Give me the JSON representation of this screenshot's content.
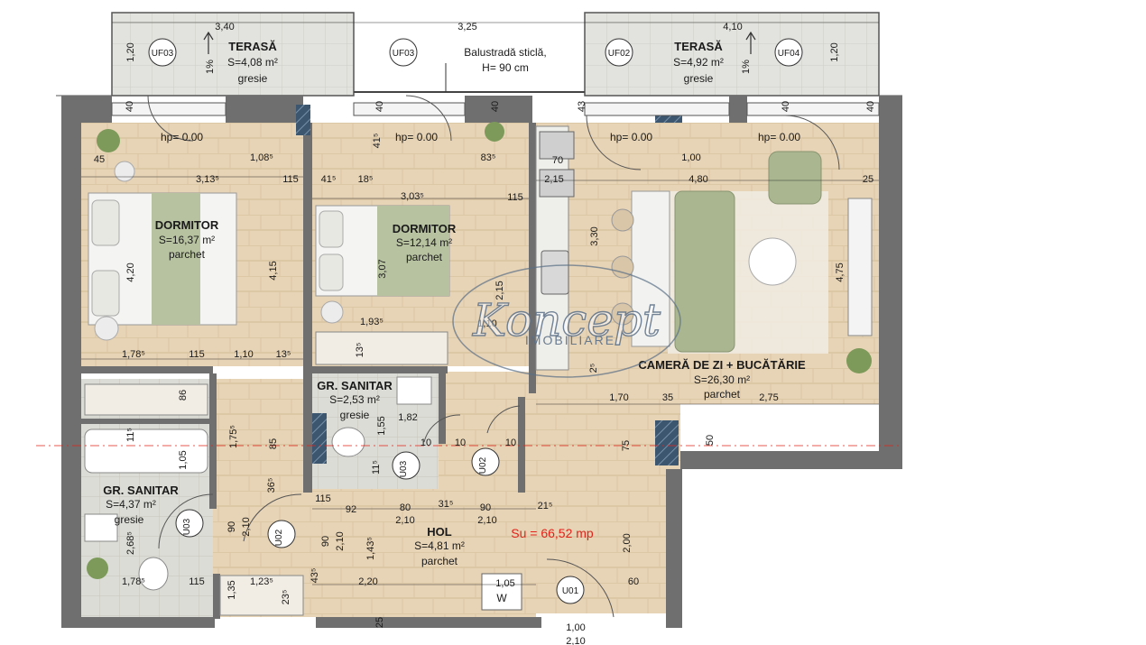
{
  "rooms": {
    "terrace_left": {
      "name": "TERASĂ",
      "area": "S=4,08 m²",
      "floor": "gresie"
    },
    "terrace_right": {
      "name": "TERASĂ",
      "area": "S=4,92 m²",
      "floor": "gresie"
    },
    "bedroom_1": {
      "name": "DORMITOR",
      "area": "S=16,37 m²",
      "floor": "parchet"
    },
    "bedroom_2": {
      "name": "DORMITOR",
      "area": "S=12,14 m²",
      "floor": "parchet"
    },
    "living": {
      "name": "CAMERĂ DE ZI + BUCĂTĂRIE",
      "area": "S=26,30 m²",
      "floor": "parchet"
    },
    "bath_small": {
      "name": "GR. SANITAR",
      "area": "S=2,53 m²",
      "floor": "gresie"
    },
    "bath_large": {
      "name": "GR. SANITAR",
      "area": "S=4,37 m²",
      "floor": "gresie"
    },
    "hall": {
      "name": "HOL",
      "area": "S=4,81 m²",
      "floor": "parchet"
    }
  },
  "annotations": {
    "balustrade_line1": "Balustradă sticlă,",
    "balustrade_line2": "H= 90 cm",
    "total_area": "Su = 66,52 mp",
    "slope": "1%",
    "w": "W"
  },
  "doors": [
    "UF03",
    "UF03",
    "UF02",
    "UF04",
    "U03",
    "U02",
    "U03",
    "U02",
    "U01"
  ],
  "heights": [
    "hp= 0.00",
    "hp= 0.00",
    "hp= 0.00",
    "hp= 0.00"
  ],
  "dimensions": {
    "top": [
      "3,40",
      "3,25",
      "4,10"
    ],
    "terrace": [
      "1,20",
      "1,20",
      "40",
      "40",
      "40",
      "43",
      "40",
      "40"
    ],
    "bedroom1": [
      "45",
      "1,08⁵",
      "3,13⁵",
      "115",
      "4,20",
      "4,15",
      "1,78⁵",
      "115",
      "1,10",
      "13⁵"
    ],
    "bedroom2": [
      "41⁵",
      "41⁵",
      "18⁵",
      "83⁵",
      "3,03⁵",
      "115",
      "3,07",
      "1,93⁵",
      "13⁵",
      "2,15"
    ],
    "kitchen": [
      "70",
      "2,15",
      "3,30",
      "1,10",
      "2⁵"
    ],
    "living": [
      "1,00",
      "4,80",
      "25",
      "4,75",
      "1,70",
      "35",
      "2,75",
      "75",
      "50"
    ],
    "bath_small": [
      "1,82",
      "1,55",
      "85",
      "10",
      "10",
      "10",
      "11⁵"
    ],
    "bath_large": [
      "86",
      "11⁵",
      "1,05",
      "1,75⁵",
      "36⁵",
      "2,68⁵",
      "1,78⁵",
      "115",
      "90",
      "2,10"
    ],
    "hall": [
      "115",
      "92",
      "80",
      "31⁵",
      "90",
      "21⁵",
      "2,10",
      "2,10",
      "90",
      "2,10",
      "1,43⁵",
      "43⁵",
      "2,20",
      "1,05",
      "2,00",
      "60"
    ],
    "closet": [
      "1,23⁵",
      "1,35",
      "23⁵"
    ],
    "bottom": [
      "25",
      "1,00",
      "2,10"
    ]
  },
  "logo": {
    "main": "Koncept",
    "sub": "IMOBILIARE"
  },
  "colors": {
    "wall": "#6f6f6f",
    "floor": "#e7d3b5",
    "floor_grid": "#cdb38f",
    "tile": "#dcdcd6",
    "terrace": "#e0e0dc",
    "sofa": "#a9b690",
    "bed_blanket": "#b7c2a0",
    "total_area": "#e2231a",
    "axis": "#e2231a"
  }
}
